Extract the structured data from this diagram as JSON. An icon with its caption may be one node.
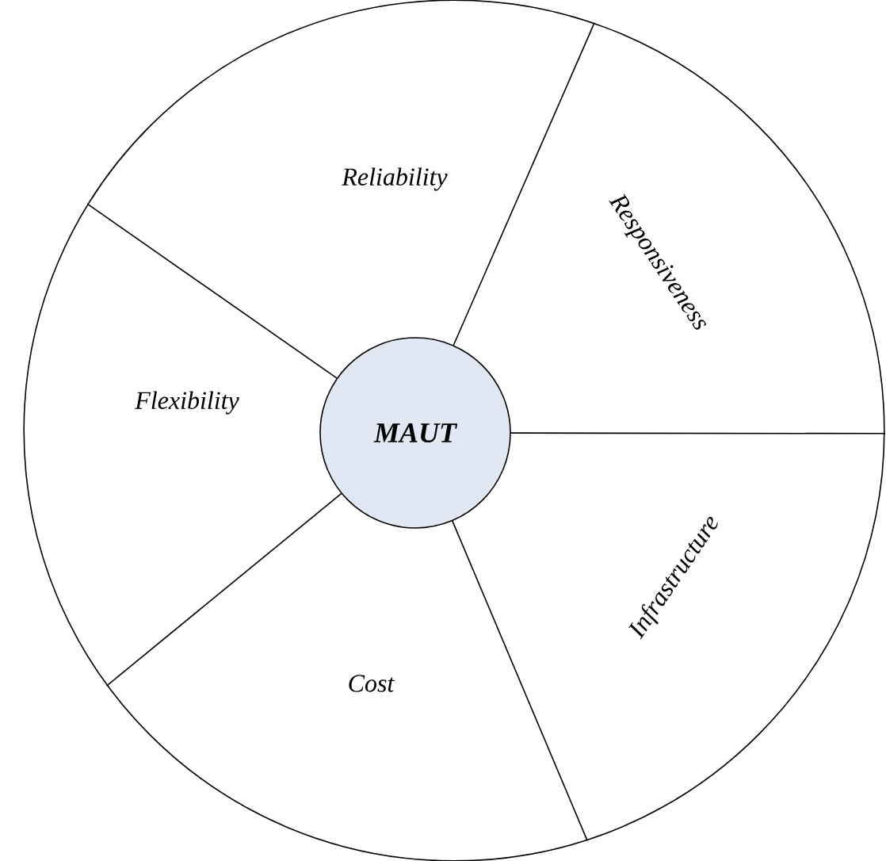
{
  "diagram": {
    "nodes": [
      {
        "text": [
          "MAUT"
        ]
      },
      {
        "text": [
          "Reliability"
        ]
      },
      {
        "text": [
          "Responsiveness"
        ]
      },
      {
        "text": [
          "Infrastructure"
        ]
      },
      {
        "text": [
          "Cost"
        ]
      },
      {
        "text": [
          "Flexibility"
        ]
      }
    ]
  }
}
